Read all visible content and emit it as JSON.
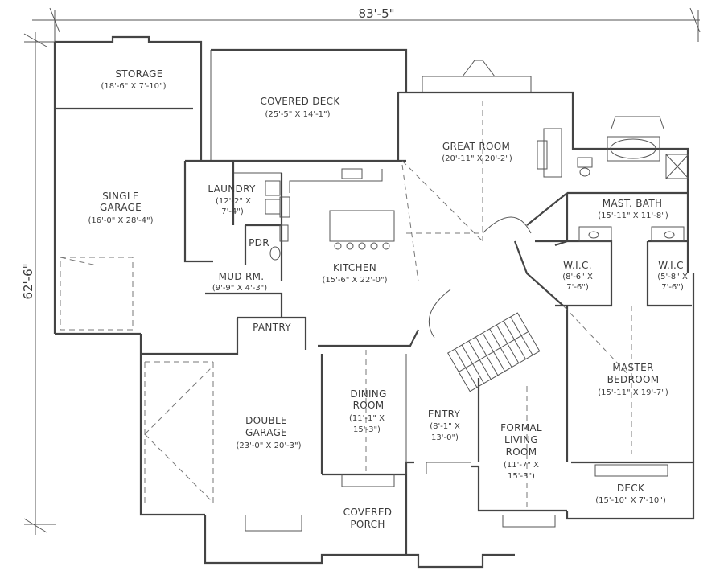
{
  "overall": {
    "width": "83'-5\"",
    "depth": "62'-6\""
  },
  "rooms": {
    "storage": {
      "name": "STORAGE",
      "size": "(18'-6\" X 7'-10\")"
    },
    "covered_deck": {
      "name": "COVERED DECK",
      "size": "(25'-5\" X 14'-1\")"
    },
    "great_room": {
      "name": "GREAT ROOM",
      "size": "(20'-11\" X 20'-2\")"
    },
    "single_garage": {
      "name1": "SINGLE",
      "name2": "GARAGE",
      "size": "(16'-0\" X 28'-4\")"
    },
    "laundry": {
      "name": "LAUNDRY",
      "size1": "(12'-2\" X",
      "size2": "7'-4\")"
    },
    "pdr": {
      "name": "PDR"
    },
    "mud_rm": {
      "name": "MUD RM.",
      "size": "(9'-9\" X 4'-3\")"
    },
    "pantry": {
      "name": "PANTRY"
    },
    "kitchen": {
      "name": "KITCHEN",
      "size": "(15'-6\" X 22'-0\")"
    },
    "mast_bath": {
      "name": "MAST. BATH",
      "size": "(15'-11\" X 11'-8\")"
    },
    "wic_1": {
      "name": "W.I.C.",
      "size1": "(8'-6\" X",
      "size2": "7'-6\")"
    },
    "wic_2": {
      "name": "W.I.C",
      "size1": "(5'-8\" X",
      "size2": "7'-6\")"
    },
    "master_bedroom": {
      "name1": "MASTER",
      "name2": "BEDROOM",
      "size": "(15'-11\" X 19'-7\")"
    },
    "double_garage": {
      "name1": "DOUBLE",
      "name2": "GARAGE",
      "size": "(23'-0\" X 20'-3\")"
    },
    "dining_room": {
      "name1": "DINING",
      "name2": "ROOM",
      "size1": "(11'-1\" X",
      "size2": "15'-3\")"
    },
    "entry": {
      "name": "ENTRY",
      "size1": "(8'-1\" X",
      "size2": "13'-0\")"
    },
    "formal_living": {
      "name1": "FORMAL",
      "name2": "LIVING",
      "name3": "ROOM",
      "size1": "(11'-7\" X",
      "size2": "15'-3\")"
    },
    "deck": {
      "name": "DECK",
      "size": "(15'-10\" X 7'-10\")"
    },
    "covered_porch": {
      "name1": "COVERED",
      "name2": "PORCH"
    }
  }
}
